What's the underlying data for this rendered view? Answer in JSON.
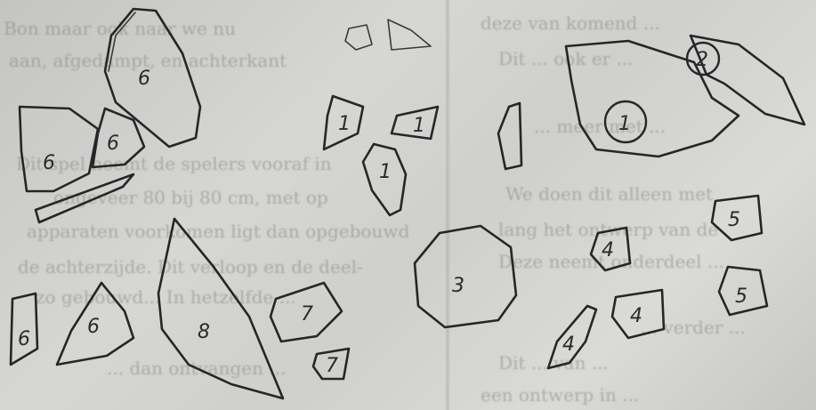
{
  "background_text": [
    "Bon maar ook naar we nu",
    "aan, afgedampt, en achterkant",
    "Dit spel neemt de spelers vooraf in",
    "ongeveer 80 bij 80 cm, met op",
    "apparaten voorkomen ligt dan opgebouwd",
    "de achterzijde. Dit verloop en de deel-",
    "zo gebouwd... In hetzelfde ...",
    "... dan ontvangen ...",
    "deze van komend ...",
    "Dit ... ook er ...",
    "... meer met ...",
    "We doen dit alleen met",
    "lang het ontwerp van de",
    "Deze neemt onderdeel ...",
    "... verder ...",
    "Dit ... van ...",
    "een ontwerp in ..."
  ],
  "piece_labels": {
    "p1a": "6",
    "p1b": "6",
    "p1c": "6",
    "p1d": "6",
    "p1e": "6",
    "p2": "8",
    "p3a": "7",
    "p3b": "7",
    "p4a": "1",
    "p4b": "1",
    "p4c": "1",
    "p5": "3",
    "p6a": "1",
    "p6b": "2",
    "p7a": "5",
    "p7b": "5",
    "p8a": "4",
    "p8b": "4",
    "p8c": "4"
  },
  "colors": {
    "paper": "#cfcfcd",
    "ink": "#262626"
  }
}
